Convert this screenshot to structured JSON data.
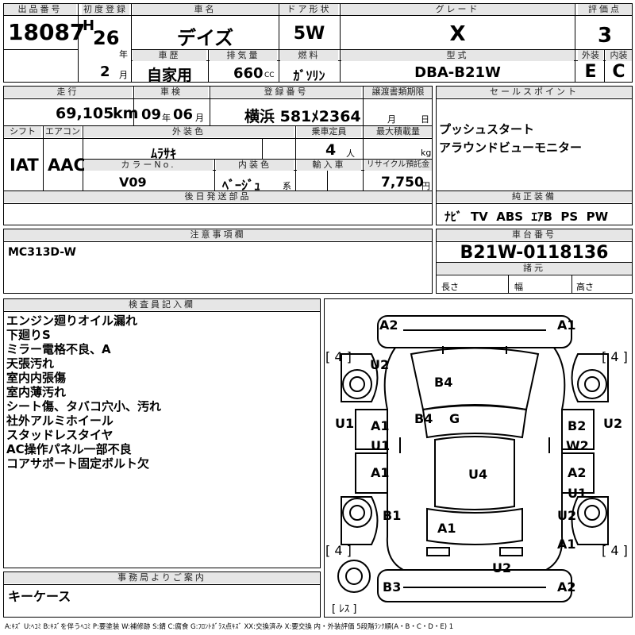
{
  "header": {
    "lot_label": "出品番号",
    "lot_no": "18087",
    "first_reg_label": "初度登録",
    "era": "H",
    "year": "26",
    "year_unit": "年",
    "month": "2",
    "month_unit": "月",
    "car_name_label": "車名",
    "car_name": "デイズ",
    "door_label": "ドア形状",
    "door": "5W",
    "grade_label": "グレード",
    "grade": "X",
    "score_label": "評価点",
    "score": "3",
    "history_label": "車歴",
    "history": "自家用",
    "displacement_label": "排気量",
    "displacement": "660",
    "cc": "CC",
    "fuel_label": "燃料",
    "fuel": "ｶﾞｿﾘﾝ",
    "model_label": "型式",
    "model": "DBA-B21W",
    "exterior_label": "外装",
    "exterior": "E",
    "interior_label": "内装",
    "interior": "C"
  },
  "row2": {
    "mileage_label": "走行",
    "mileage": "69,105",
    "km": "km",
    "inspection_label": "車検",
    "insp_year": "09",
    "insp_year_unit": "年",
    "insp_month": "06",
    "insp_month_unit": "月",
    "plate_label": "登録番号",
    "plate": "横浜 581ﾒ2364",
    "transfer_label": "譲渡書類期限",
    "transfer_month": "月",
    "transfer_day": "日",
    "sales_label": "セールスポイント",
    "sales_points": [
      "プッシュスタート",
      "アラウンドビューモニター"
    ],
    "shift_label": "シフト",
    "shift": "IAT",
    "ac_label": "エアコン",
    "ac": "AAC",
    "ext_color_label": "外装色",
    "ext_color": "ﾑﾗｻｷ",
    "capacity_label": "乗車定員",
    "capacity": "4",
    "capacity_unit": "人",
    "load_label": "最大積載量",
    "load_unit": "kg",
    "color_no_label": "カラーNo.",
    "color_no": "V09",
    "int_color_label": "内装色",
    "int_color": "ﾍﾞｰｼﾞｭ",
    "int_color_unit": "系",
    "import_label": "輸入車",
    "recycle_label": "リサイクル預託金",
    "recycle": "7,750",
    "recycle_unit": "円",
    "later_label": "後日発送部品",
    "equip_label": "純正装備",
    "equip": "ﾅﾋﾞ  TV  ABS  ｴｱB  PS  PW"
  },
  "notes": {
    "caution_label": "注意事項欄",
    "caution": "MC313D-W",
    "chassis_label": "車台番号",
    "chassis": "B21W-0118136",
    "spec_label": "諸元",
    "length": "長さ",
    "width": "幅",
    "height": "高さ",
    "inspector_label": "検査員記入欄",
    "inspector_lines": [
      "エンジン廻りオイル漏れ",
      "下廻りS",
      "ミラー電格不良、A",
      "天張汚れ",
      "室内内張傷",
      "室内薄汚れ",
      "シート傷、タバコ穴小、汚れ",
      "社外アルミホイール",
      "スタッドレスタイヤ",
      "AC操作パネル一部不良",
      "コアサポート固定ボルト欠"
    ],
    "office_label": "事務局よりご案内",
    "office": "キーケース"
  },
  "diagram": {
    "tire_left_top": "[ 4 ]",
    "tire_right_top": "[ 4 ]",
    "tire_left_bottom": "[ 4 ]",
    "tire_right_bottom": "[ 4 ]",
    "spare": "[ ﾚｽ ]",
    "marks": {
      "a2_tl": "A2",
      "a1_tr": "A1",
      "u2_l": "U2",
      "b4_hood": "B4",
      "u1_l": "U1",
      "b4_ws": "B4",
      "g_ws": "G",
      "u2_r": "U2",
      "a1_l1": "A1",
      "u1_l1": "U1",
      "b2_r": "B2",
      "w2_r": "W2",
      "a1_l2": "A1",
      "u4_roof": "U4",
      "a2_r2": "A2",
      "u1_r2": "U1",
      "b1_l": "B1",
      "u2_r3": "U2",
      "a1_rear": "A1",
      "a1_r3": "A1",
      "u2_bottom": "U2",
      "b3_bl": "B3",
      "a2_br": "A2"
    }
  },
  "legend": "A:ｷｽﾞ U:ﾍｺﾐ B:ｷｽﾞを伴うﾍｺﾐ P:要塗装 W:補修跡 S:錆 C:腐食 G:ﾌﾛﾝﾄｶﾞﾗｽ点ｷｽﾞ XX:交換済み X:要交換 内・外装評価 5段階ﾗﾝｸ順(A・B・C・D・E) 1"
}
